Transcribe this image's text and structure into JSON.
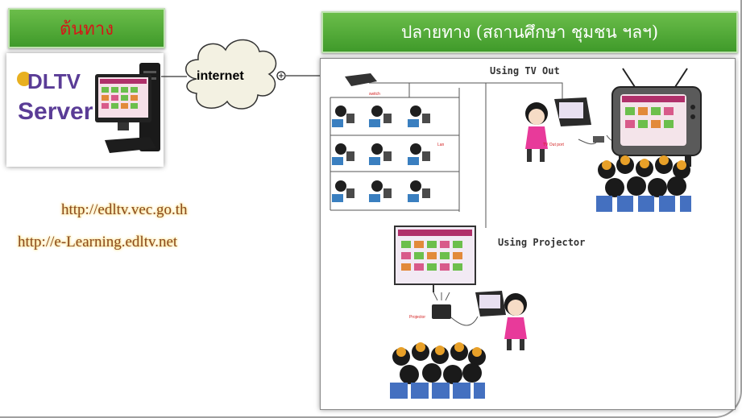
{
  "source": {
    "title": "ต้นทาง"
  },
  "destination": {
    "title": "ปลายทาง (สถานศึกษา ชุมชน ฯลฯ)"
  },
  "server": {
    "logo_text": "DLTV",
    "label": "Server"
  },
  "cloud": {
    "label": "internet"
  },
  "urls": [
    "http://edltv.vec.go.th",
    "http://e-Learning.edltv.net"
  ],
  "captions": {
    "tv_out": "Using TV Out",
    "projector": "Using Projector"
  },
  "small_labels": {
    "switch": "switch",
    "lan": "Lan",
    "tv_out_port": "TV Out port",
    "projector": "Projector"
  },
  "colors": {
    "header_green": "#4fa833",
    "source_title": "#d41818",
    "url_text": "#8b4a20",
    "server_purple": "#5a3c96"
  }
}
